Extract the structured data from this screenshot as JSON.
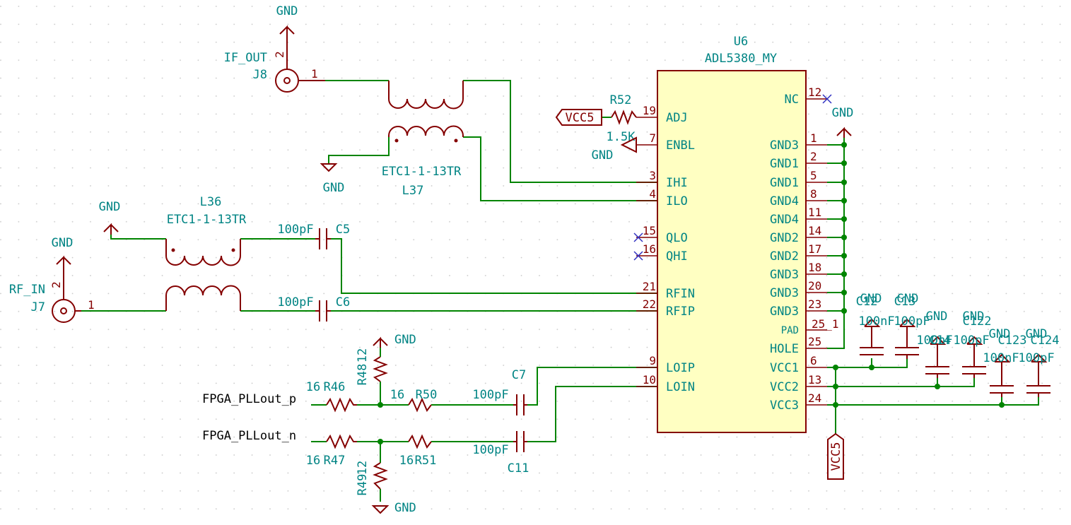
{
  "schematic": {
    "u6": {
      "ref": "U6",
      "value": "ADL5380_MY",
      "left_pins": [
        {
          "num": "19",
          "name": "ADJ"
        },
        {
          "num": "7",
          "name": "ENBL"
        },
        {
          "num": "3",
          "name": "IHI"
        },
        {
          "num": "4",
          "name": "ILO"
        },
        {
          "num": "15",
          "name": "QLO"
        },
        {
          "num": "16",
          "name": "QHI"
        },
        {
          "num": "21",
          "name": "RFIN"
        },
        {
          "num": "22",
          "name": "RFIP"
        },
        {
          "num": "9",
          "name": "LOIP"
        },
        {
          "num": "10",
          "name": "LOIN"
        }
      ],
      "right_pins": [
        {
          "num": "12",
          "name": "NC"
        },
        {
          "num": "1",
          "name": "GND3"
        },
        {
          "num": "2",
          "name": "GND1"
        },
        {
          "num": "5",
          "name": "GND1"
        },
        {
          "num": "8",
          "name": "GND4"
        },
        {
          "num": "11",
          "name": "GND4"
        },
        {
          "num": "14",
          "name": "GND2"
        },
        {
          "num": "17",
          "name": "GND2"
        },
        {
          "num": "18",
          "name": "GND3"
        },
        {
          "num": "20",
          "name": "GND3"
        },
        {
          "num": "23",
          "name": "GND3"
        },
        {
          "num": "25_1",
          "name": "PAD"
        },
        {
          "num": "25",
          "name": "HOLE"
        },
        {
          "num": "6",
          "name": "VCC1"
        },
        {
          "num": "13",
          "name": "VCC2"
        },
        {
          "num": "24",
          "name": "VCC3"
        }
      ]
    },
    "j8": {
      "ref": "J8",
      "value": "IF_OUT",
      "pin1": "1",
      "pin2": "2"
    },
    "j7": {
      "ref": "J7",
      "value": "RF_IN",
      "pin1": "1",
      "pin2": "2"
    },
    "l37": {
      "ref": "L37",
      "value": "ETC1-1-13TR"
    },
    "l36": {
      "ref": "L36",
      "value": "ETC1-1-13TR"
    },
    "r52": {
      "ref": "R52",
      "value": "1.5K"
    },
    "r46": {
      "ref": "R46",
      "value": "16"
    },
    "r47": {
      "ref": "R47",
      "value": "16"
    },
    "r48": {
      "ref": "R48",
      "value": "12"
    },
    "r49": {
      "ref": "R49",
      "value": "12"
    },
    "r50": {
      "ref": "R50",
      "value": "16"
    },
    "r51": {
      "ref": "R51",
      "value": "16"
    },
    "c5": {
      "ref": "C5",
      "value": "100pF"
    },
    "c6": {
      "ref": "C6",
      "value": "100pF"
    },
    "c7": {
      "ref": "C7",
      "value": "100pF"
    },
    "c11": {
      "ref": "C11",
      "value": "100pF"
    },
    "c12": {
      "ref": "C12",
      "value": "100nF"
    },
    "c13": {
      "ref": "C13",
      "value": "100pF"
    },
    "c14": {
      "ref": "C14",
      "value": "100nF"
    },
    "c122": {
      "ref": "C122",
      "value": "100pF"
    },
    "c123": {
      "ref": "C123",
      "value": "100nF"
    },
    "c124": {
      "ref": "C124",
      "value": "100pF"
    },
    "power": {
      "gnd": "GND",
      "vcc5": "VCC5"
    },
    "labels": {
      "pll_p": "FPGA_PLLout_p",
      "pll_n": "FPGA_PLLout_n"
    },
    "colors": {
      "wire": "#008400",
      "device": "#840000",
      "body_fill": "#ffffc2",
      "text": "#008484",
      "no_connect": "#3030c0"
    }
  }
}
